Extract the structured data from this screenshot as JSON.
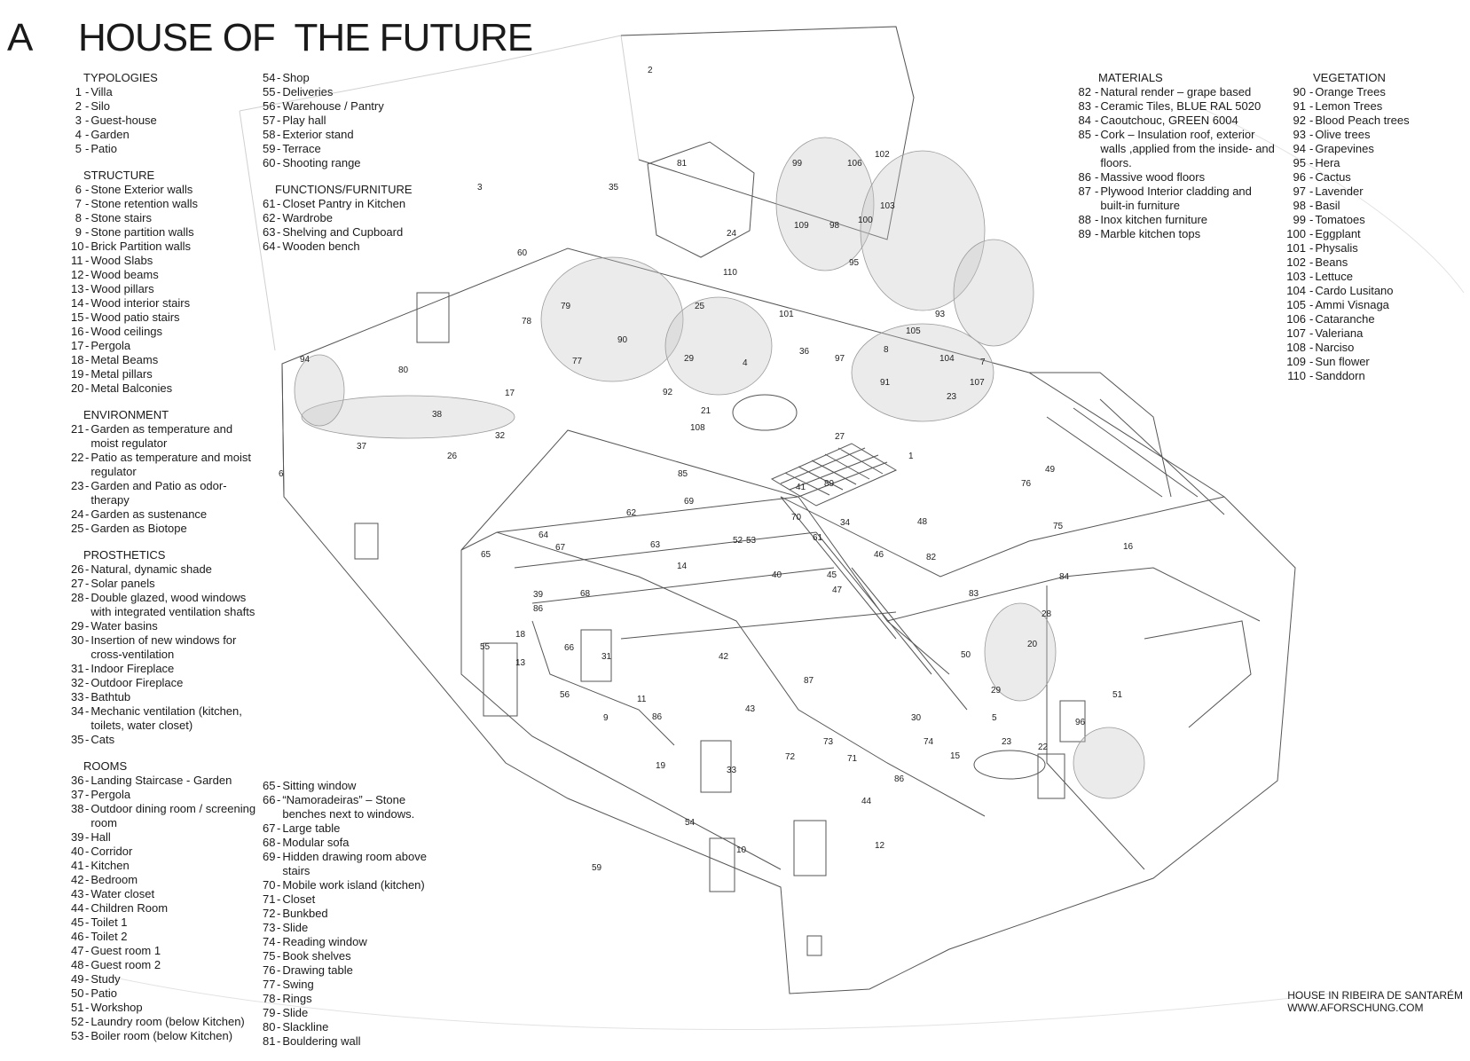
{
  "title": {
    "letter": "A",
    "text": "HOUSE OF  THE FUTURE"
  },
  "col1": [
    {
      "heading": "TYPOLOGIES",
      "items": [
        [
          "1",
          "Villa"
        ],
        [
          "2",
          "Silo"
        ],
        [
          "3",
          "Guest-house"
        ],
        [
          "4",
          "Garden"
        ],
        [
          "5",
          "Patio"
        ]
      ]
    },
    {
      "heading": "STRUCTURE",
      "items": [
        [
          "6",
          "Stone Exterior walls"
        ],
        [
          "7",
          "Stone retention walls"
        ],
        [
          "8",
          "Stone stairs"
        ],
        [
          "9",
          "Stone partition walls"
        ],
        [
          "10",
          "Brick Partition walls"
        ],
        [
          "11",
          "Wood Slabs"
        ],
        [
          "12",
          "Wood beams"
        ],
        [
          "13",
          "Wood pillars"
        ],
        [
          "14",
          "Wood interior stairs"
        ],
        [
          "15",
          "Wood patio stairs"
        ],
        [
          "16",
          "Wood ceilings"
        ],
        [
          "17",
          "Pergola"
        ],
        [
          "18",
          "Metal Beams"
        ],
        [
          "19",
          "Metal pillars"
        ],
        [
          "20",
          "Metal Balconies"
        ]
      ]
    },
    {
      "heading": "ENVIRONMENT",
      "items": [
        [
          "21",
          "Garden as temperature and moist regulator"
        ],
        [
          "22",
          "Patio as temperature and moist regulator"
        ],
        [
          "23",
          "Garden and Patio as odor-therapy"
        ],
        [
          "24",
          "Garden as sustenance"
        ],
        [
          "25",
          "Garden as Biotope"
        ]
      ]
    },
    {
      "heading": "PROSTHETICS",
      "items": [
        [
          "26",
          "Natural, dynamic shade"
        ],
        [
          "27",
          "Solar panels"
        ],
        [
          "28",
          "Double glazed, wood windows with integrated ventilation shafts"
        ],
        [
          "29",
          "Water basins"
        ],
        [
          "30",
          "Insertion of new windows for cross-ventilation"
        ],
        [
          "31",
          "Indoor Fireplace"
        ],
        [
          "32",
          "Outdoor Fireplace"
        ],
        [
          "33",
          "Bathtub"
        ],
        [
          "34",
          "Mechanic ventilation (kitchen, toilets, water closet)"
        ],
        [
          "35",
          "Cats"
        ]
      ]
    },
    {
      "heading": "ROOMS",
      "items": [
        [
          "36",
          "Landing Staircase - Garden"
        ],
        [
          "37",
          "Pergola"
        ],
        [
          "38",
          "Outdoor dining room / screening room"
        ],
        [
          "39",
          "Hall"
        ],
        [
          "40",
          "Corridor"
        ],
        [
          "41",
          "Kitchen"
        ],
        [
          "42",
          "Bedroom"
        ],
        [
          "43",
          "Water closet"
        ],
        [
          "44",
          "Children Room"
        ],
        [
          "45",
          "Toilet 1"
        ],
        [
          "46",
          "Toilet 2"
        ],
        [
          "47",
          "Guest room 1"
        ],
        [
          "48",
          "Guest room 2"
        ],
        [
          "49",
          "Study"
        ],
        [
          "50",
          "Patio"
        ],
        [
          "51",
          "Workshop"
        ],
        [
          "52",
          "Laundry room (below Kitchen)"
        ],
        [
          "53",
          "Boiler room (below Kitchen)"
        ]
      ]
    }
  ],
  "col2_top": [
    {
      "heading": "",
      "items": [
        [
          "54",
          "Shop"
        ],
        [
          "55",
          "Deliveries"
        ],
        [
          "56",
          "Warehouse / Pantry"
        ],
        [
          "57",
          "Play hall"
        ],
        [
          "58",
          "Exterior stand"
        ],
        [
          "59",
          "Terrace"
        ],
        [
          "60",
          "Shooting range"
        ]
      ]
    },
    {
      "heading": "FUNCTIONS/FURNITURE",
      "items": [
        [
          "61",
          "Closet Pantry in Kitchen"
        ],
        [
          "62",
          "Wardrobe"
        ],
        [
          "63",
          "Shelving and Cupboard"
        ],
        [
          "64",
          "Wooden bench"
        ]
      ]
    }
  ],
  "col2_bottom": [
    {
      "heading": "",
      "items": [
        [
          "65",
          "Sitting window"
        ],
        [
          "66",
          "“Namoradeiras” – Stone benches next to windows."
        ],
        [
          "67",
          "Large table"
        ],
        [
          "68",
          "Modular sofa"
        ],
        [
          "69",
          "Hidden drawing room above stairs"
        ],
        [
          "70",
          "Mobile work island (kitchen)"
        ],
        [
          "71",
          "Closet"
        ],
        [
          "72",
          "Bunkbed"
        ],
        [
          "73",
          "Slide"
        ],
        [
          "74",
          "Reading window"
        ],
        [
          "75",
          "Book shelves"
        ],
        [
          "76",
          "Drawing table"
        ],
        [
          "77",
          "Swing"
        ],
        [
          "78",
          "Rings"
        ],
        [
          "79",
          "Slide"
        ],
        [
          "80",
          "Slackline"
        ],
        [
          "81",
          "Bouldering wall"
        ]
      ]
    }
  ],
  "col3": [
    {
      "heading": "MATERIALS",
      "items": [
        [
          "82",
          "Natural render – grape based"
        ],
        [
          "83",
          "Ceramic Tiles, BLUE RAL 5020"
        ],
        [
          "84",
          "Caoutchouc, GREEN 6004"
        ],
        [
          "85",
          "Cork – Insulation roof, exterior walls ,applied from the inside- and floors."
        ],
        [
          "86",
          "Massive wood floors"
        ],
        [
          "87",
          "Plywood Interior cladding and built-in furniture"
        ],
        [
          "88",
          "Inox kitchen furniture"
        ],
        [
          "89",
          "Marble kitchen tops"
        ]
      ]
    }
  ],
  "col4": [
    {
      "heading": "VEGETATION",
      "items": [
        [
          "90",
          "Orange Trees"
        ],
        [
          "91",
          "Lemon Trees"
        ],
        [
          "92",
          "Blood Peach trees"
        ],
        [
          "93",
          "Olive trees"
        ],
        [
          "94",
          "Grapevines"
        ],
        [
          "95",
          "Hera"
        ],
        [
          "96",
          "Cactus"
        ],
        [
          "97",
          "Lavender"
        ],
        [
          "98",
          "Basil"
        ],
        [
          "99",
          "Tomatoes"
        ],
        [
          "100",
          "Eggplant"
        ],
        [
          "101",
          "Physalis"
        ],
        [
          "102",
          "Beans"
        ],
        [
          "103",
          "Lettuce"
        ],
        [
          "104",
          "Cardo Lusitano"
        ],
        [
          "105",
          "Ammi Visnaga"
        ],
        [
          "106",
          "Cataranche"
        ],
        [
          "107",
          "Valeriana"
        ],
        [
          "108",
          "Narciso"
        ],
        [
          "109",
          "Sun flower"
        ],
        [
          "110",
          "Sanddorn"
        ]
      ]
    }
  ],
  "footer": {
    "line1": "HOUSE IN RIBEIRA DE SANTARÉM",
    "line2": "WWW.AFORSCHUNG.COM"
  },
  "drawing_labels": [
    "2",
    "3",
    "35",
    "81",
    "99",
    "106",
    "102",
    "103",
    "109",
    "98",
    "100",
    "24",
    "60",
    "110",
    "95",
    "79",
    "25",
    "101",
    "93",
    "78",
    "90",
    "105",
    "94",
    "77",
    "29",
    "4",
    "36",
    "97",
    "8",
    "104",
    "7",
    "80",
    "91",
    "107",
    "17",
    "92",
    "23",
    "38",
    "21",
    "108",
    "27",
    "1",
    "37",
    "32",
    "26",
    "85",
    "49",
    "76",
    "69",
    "41",
    "89",
    "6",
    "70",
    "34",
    "48",
    "62",
    "75",
    "64",
    "67",
    "63",
    "52",
    "53",
    "61",
    "46",
    "82",
    "16",
    "65",
    "14",
    "40",
    "45",
    "84",
    "47",
    "39",
    "86",
    "68",
    "83",
    "28",
    "18",
    "66",
    "50",
    "20",
    "55",
    "31",
    "42",
    "29",
    "13",
    "87",
    "51",
    "56",
    "11",
    "43",
    "5",
    "9",
    "86",
    "30",
    "96",
    "73",
    "74",
    "23",
    "22",
    "71",
    "72",
    "15",
    "19",
    "33",
    "86",
    "44",
    "54",
    "12",
    "10",
    "59"
  ]
}
